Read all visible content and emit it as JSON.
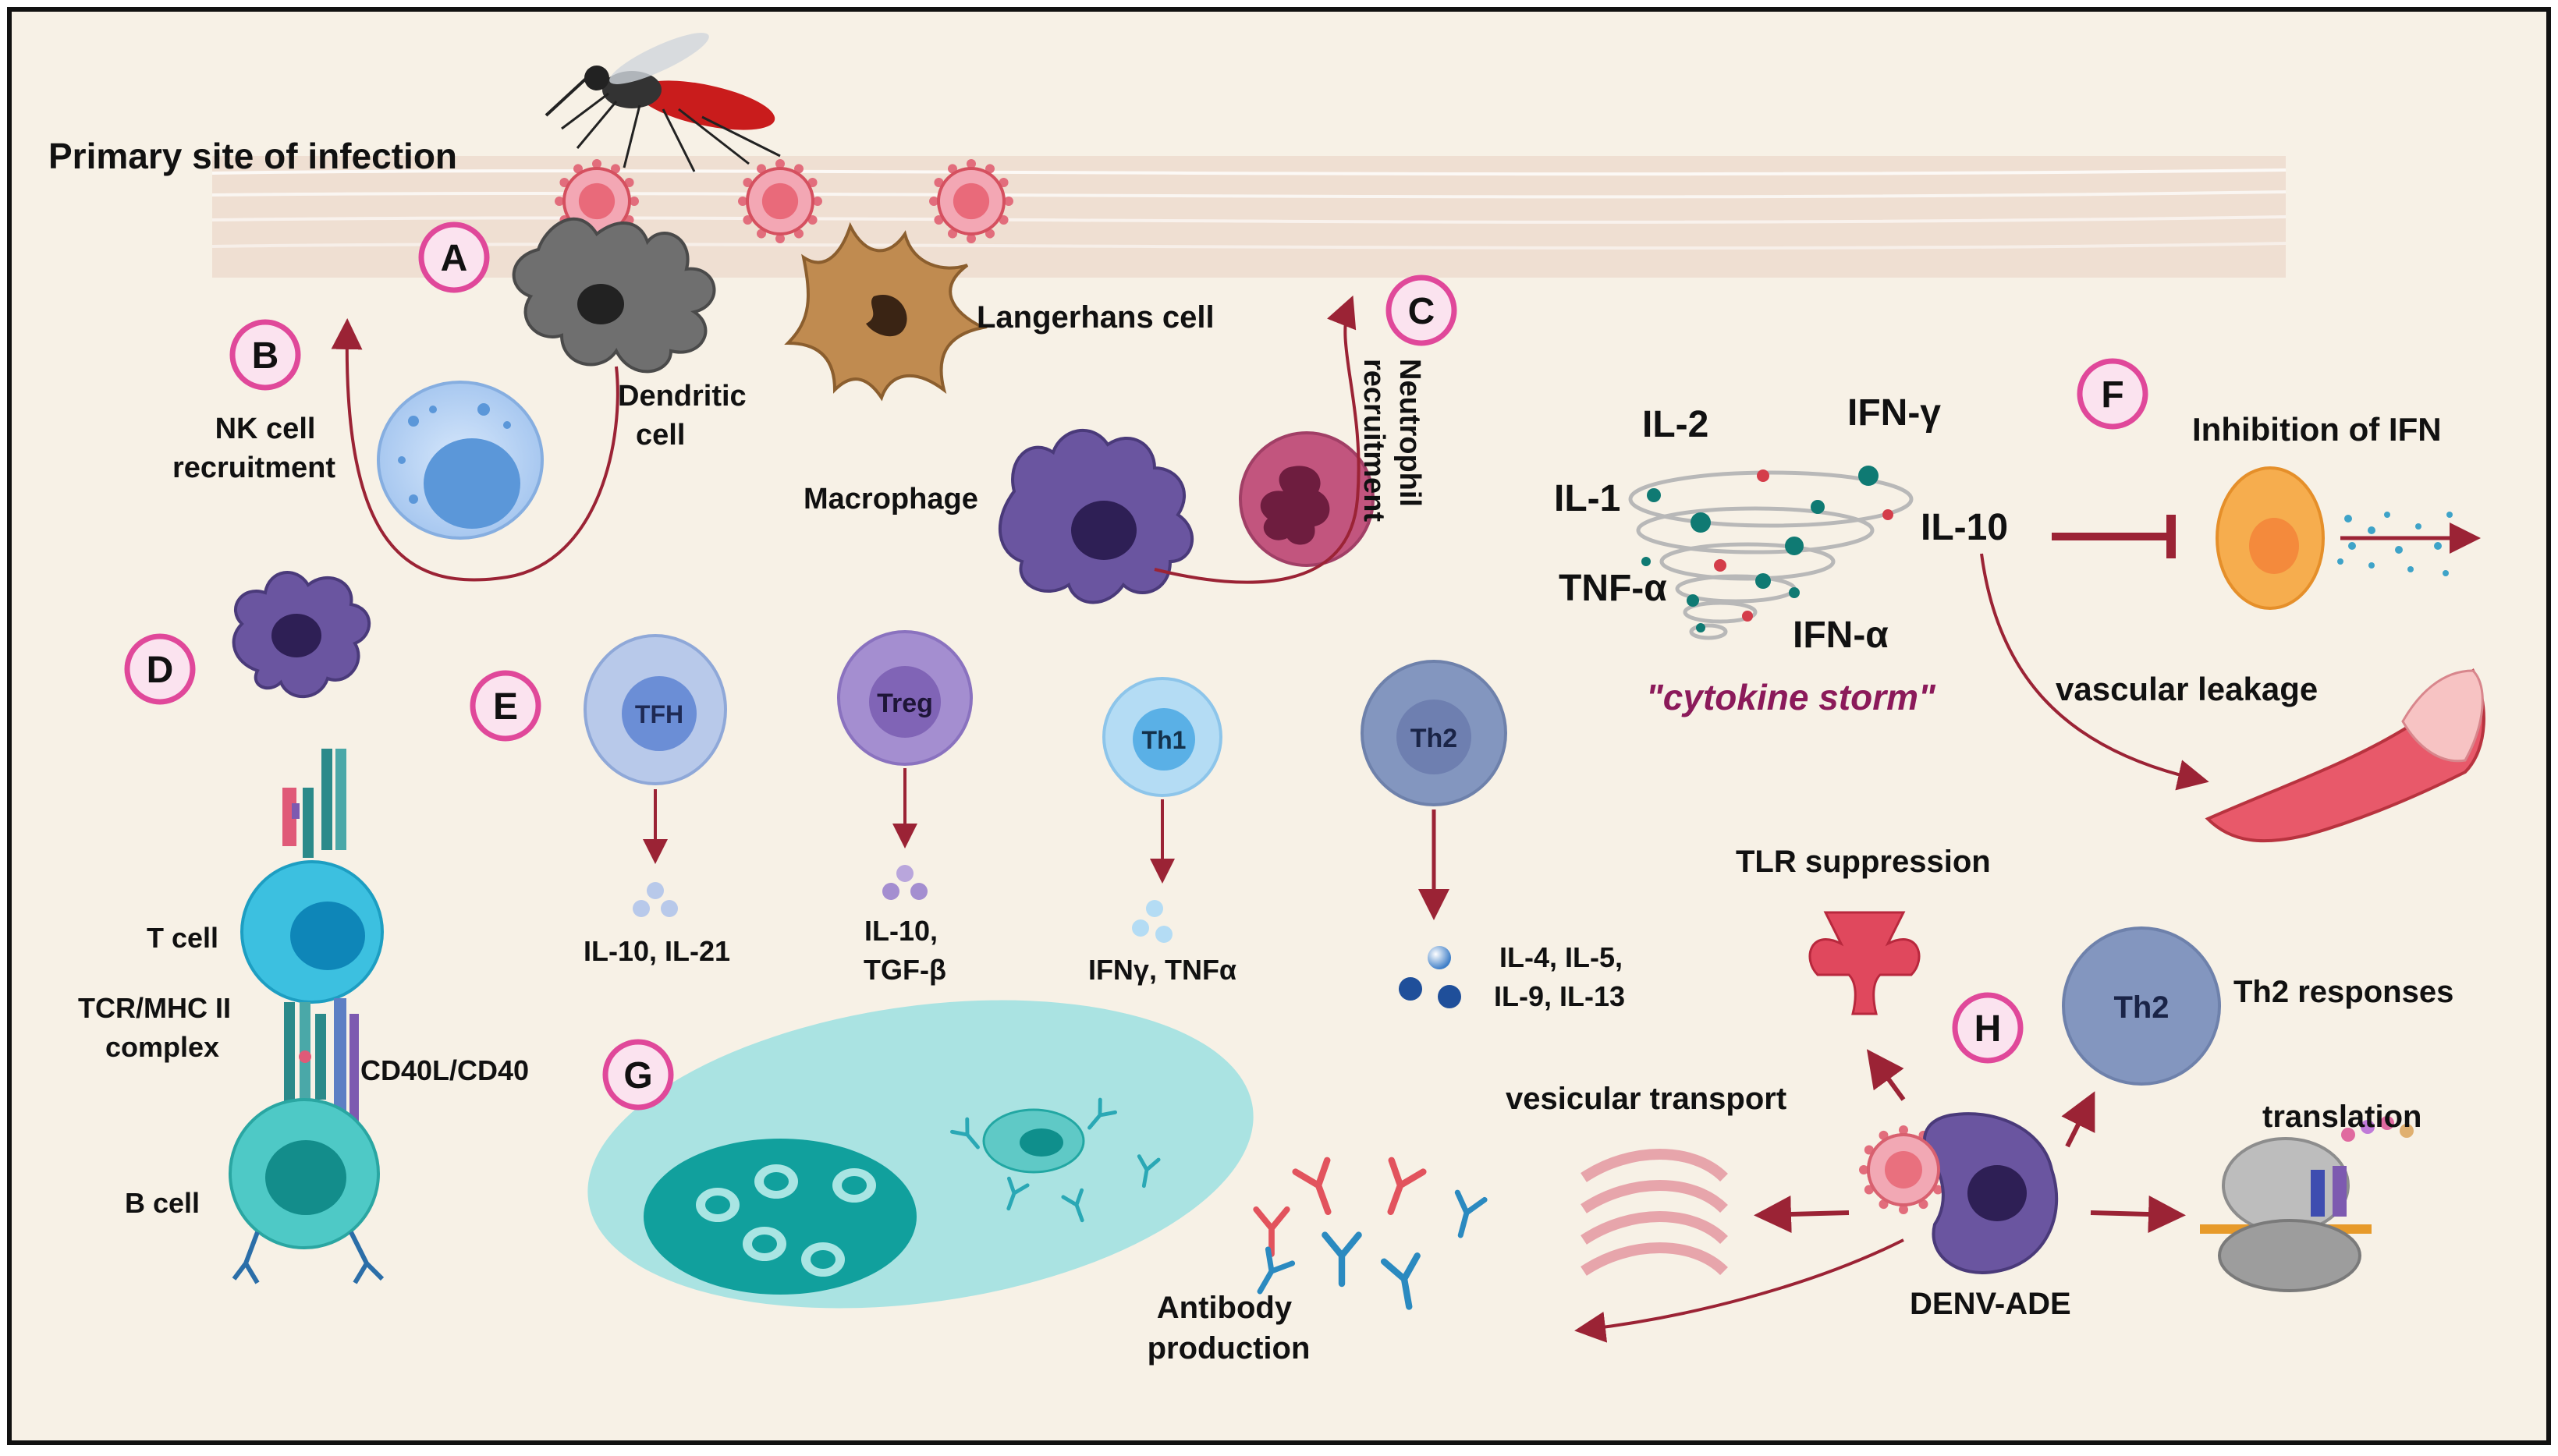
{
  "colors": {
    "background": "#f7f1e6",
    "frame": "#111111",
    "arrow": "#9b2335",
    "badge_border": "#e0489a",
    "badge_fill": "#fbe3ef",
    "storm_text": "#8b1a5a"
  },
  "badges": [
    "A",
    "B",
    "C",
    "D",
    "E",
    "F",
    "G",
    "H"
  ],
  "labels": {
    "primary_site": "Primary site of infection",
    "dendritic": [
      "Dendritic",
      "cell"
    ],
    "langerhans": "Langerhans cell",
    "nk_recruitment": [
      "NK cell",
      "recruitment"
    ],
    "macrophage": "Macrophage",
    "neutrophil_recruitment": [
      "Neutrophil",
      "recruitment"
    ],
    "t_cell": "T cell",
    "tcr_mhc": [
      "TCR/MHC II",
      "complex"
    ],
    "cd40": "CD40L/CD40",
    "b_cell": "B cell",
    "antibody_production": [
      "Antibody",
      "production"
    ],
    "vesicular_transport": "vesicular transport",
    "tlr_suppression": "TLR suppression",
    "th2_responses": "Th2 responses",
    "translation": "translation",
    "denv_ade": "DENV-ADE",
    "inhibition_ifn": "Inhibition of IFN",
    "vascular_leakage": "vascular leakage"
  },
  "cytokines": {
    "il2": "IL-2",
    "ifng": "IFN-γ",
    "il1": "IL-1",
    "il10": "IL-10",
    "tnfa": "TNF-α",
    "ifna": "IFN-α",
    "storm": "\"cytokine storm\""
  },
  "t_subsets": [
    {
      "name": "TFH",
      "output": [
        "IL-10, IL-21"
      ]
    },
    {
      "name": "Treg",
      "output": [
        "IL-10,",
        "TGF-β"
      ]
    },
    {
      "name": "Th1",
      "output": [
        "IFNγ, TNFα"
      ]
    },
    {
      "name": "Th2",
      "output": [
        "IL-4, IL-5,",
        "IL-9, IL-13"
      ]
    }
  ],
  "th2_cell_label": "Th2"
}
